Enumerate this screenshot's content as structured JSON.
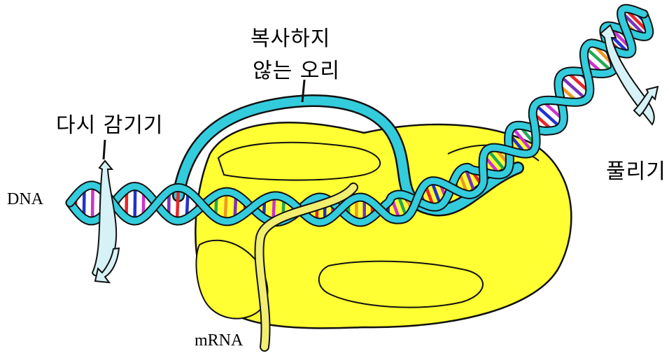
{
  "labels": {
    "not_copying_line1": "복사하지",
    "not_copying_line2": "않는 오리",
    "rewinding": "다시 감기기",
    "dna": "DNA",
    "unwinding": "풀리기",
    "mrna": "mRNA"
  },
  "colors": {
    "rna_polymerase": "#ffff33",
    "dna_strand": "#33ccdd",
    "rotation_arrow": "#d6f2f6",
    "mrna_strand": "#f2ee70",
    "base_pairs": [
      "#e8262a",
      "#2233cc",
      "#cc33cc",
      "#22aa55",
      "#ee9922",
      "#7733bb"
    ]
  }
}
